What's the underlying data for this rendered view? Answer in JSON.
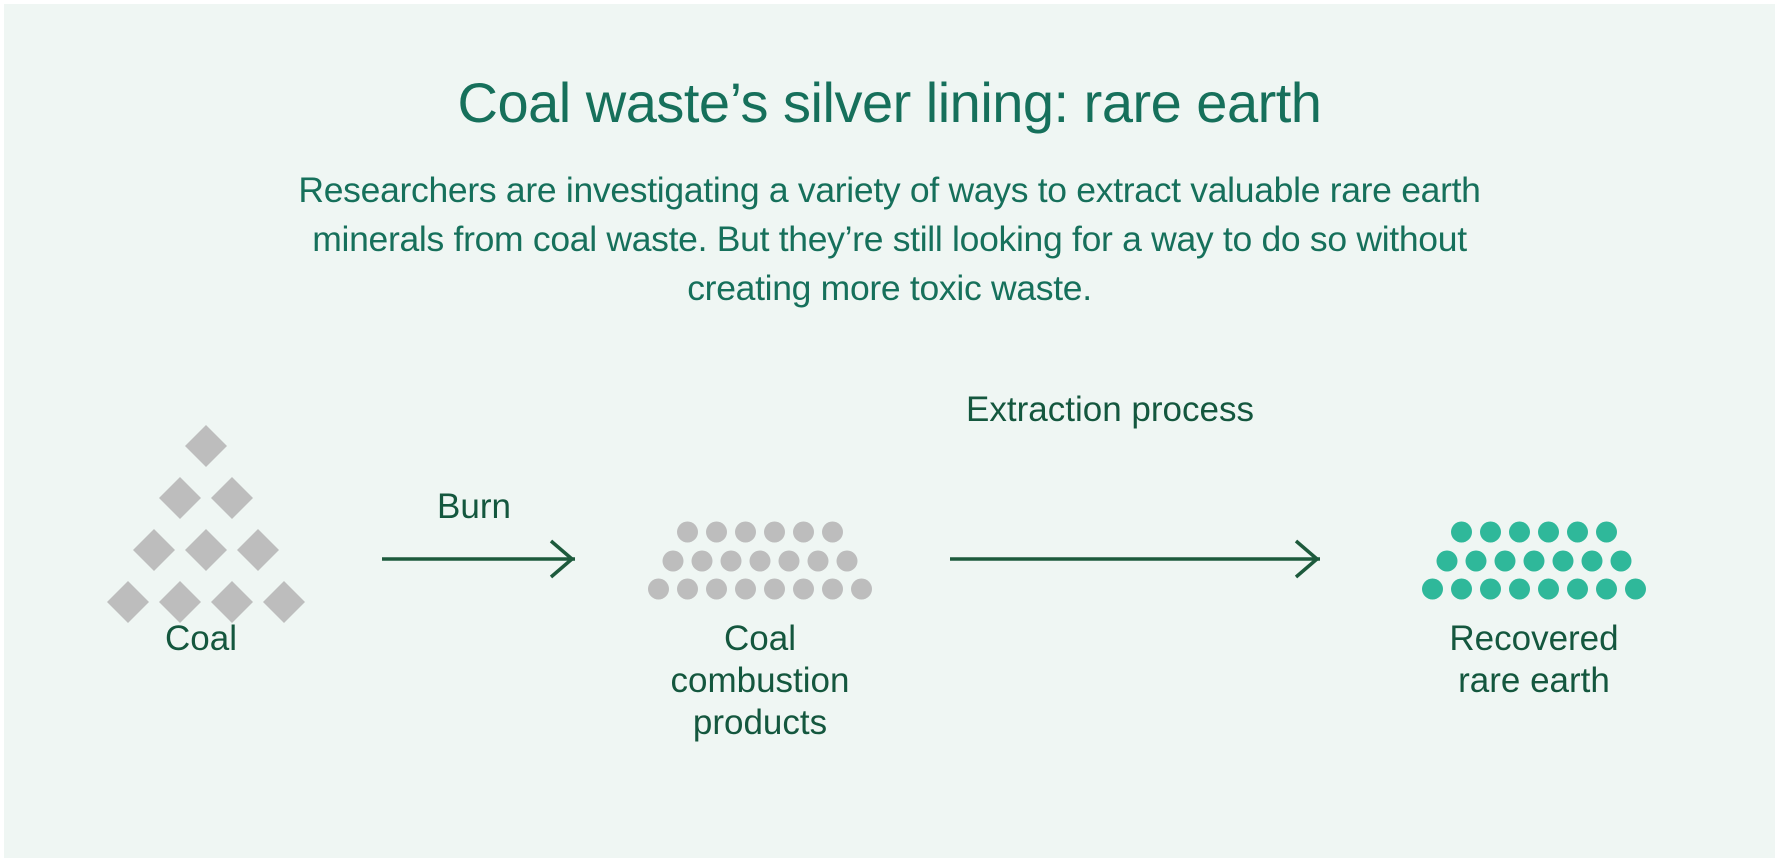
{
  "header": {
    "title": "Coal waste’s silver lining: rare earth",
    "subtitle": "Researchers are investigating a variety of ways to extract valuable rare earth minerals from coal waste. But they’re still looking for a way to do so without creating more toxic waste."
  },
  "stages": {
    "coal": {
      "label": "Coal",
      "icon": "diamond-pile-icon",
      "color": "#bdbdbd"
    },
    "combustion_products": {
      "label": "Coal\ncombustion\nproducts",
      "icon": "dot-pile-icon",
      "color": "#bdbdbd"
    },
    "rare_earth": {
      "label": "Recovered\nrare earth",
      "icon": "dot-pile-icon",
      "color": "#2fb89a"
    }
  },
  "arrows": {
    "burn": {
      "label": "Burn",
      "icon": "arrow-right-icon"
    },
    "extraction": {
      "label": "Extraction process",
      "icon": "arrow-right-icon"
    }
  },
  "colors": {
    "background": "#eff6f3",
    "title": "#16705b",
    "label": "#14573e",
    "arrow": "#1d5a3c",
    "coal_gray": "#bdbdbd",
    "rare_earth_teal": "#2fb89a"
  }
}
